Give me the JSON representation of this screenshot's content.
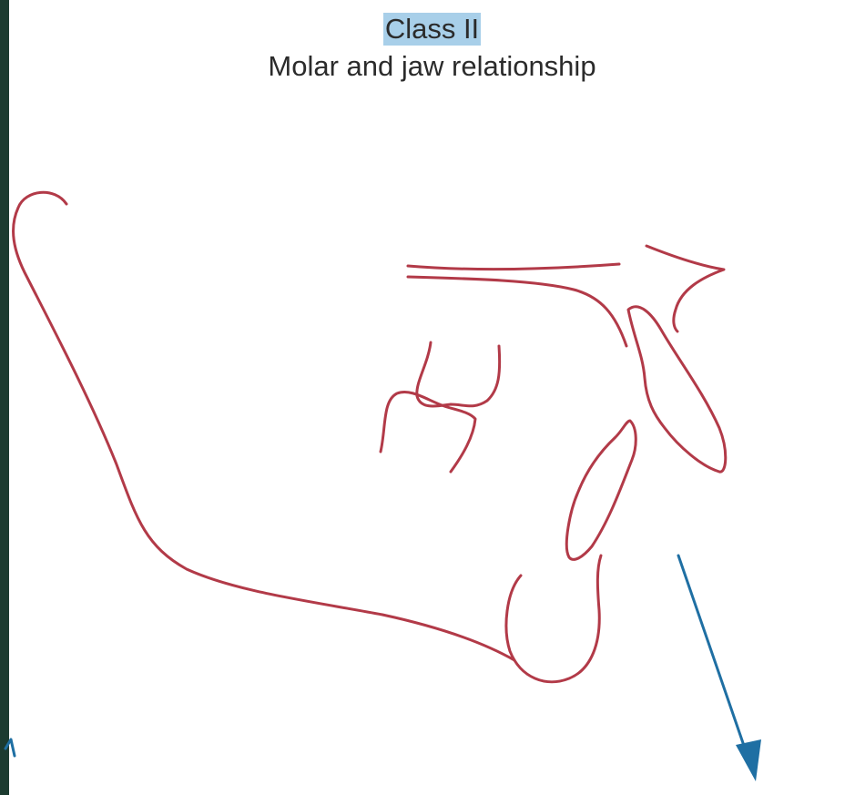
{
  "heading": {
    "title": "Class II",
    "subtitle": "Molar and jaw relationship"
  },
  "colors": {
    "outline": "#b23a48",
    "arrow": "#1f6fa3",
    "title_highlight": "#a8cfe9",
    "frame": "#1c3b30"
  },
  "diagram": {
    "arrow_direction": "down-right"
  }
}
